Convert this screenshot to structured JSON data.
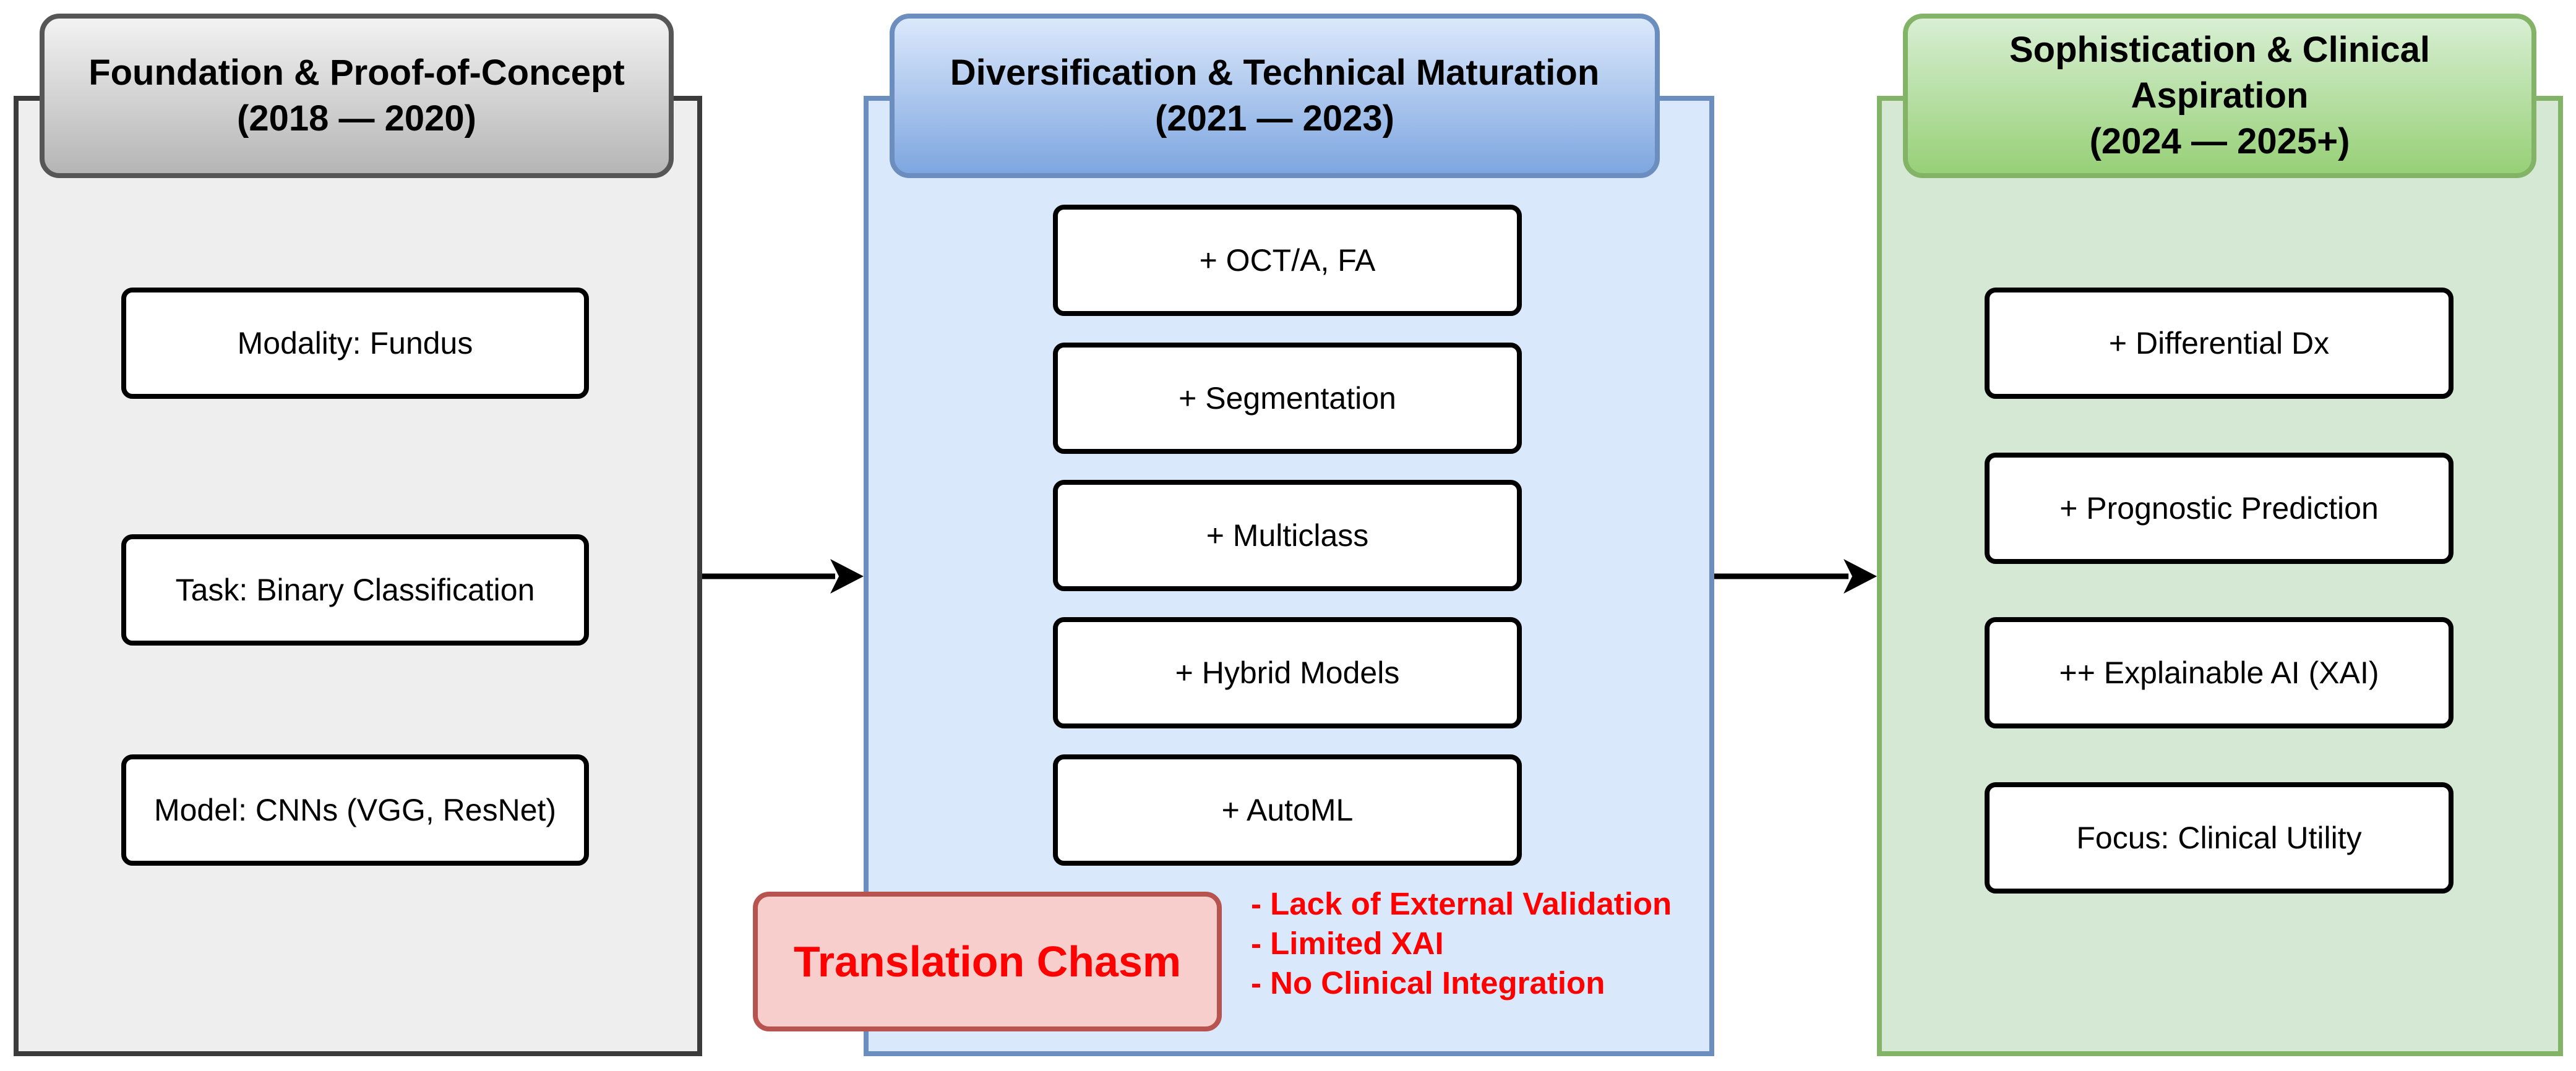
{
  "stages": [
    {
      "title": "Foundation & Proof-of-Concept",
      "period": "(2018 — 2020)",
      "items": [
        "Modality: Fundus",
        "Task: Binary Classification",
        "Model: CNNs (VGG, ResNet)"
      ]
    },
    {
      "title": "Diversification & Technical Maturation",
      "period": "(2021 — 2023)",
      "items": [
        "+ OCT/A, FA",
        "+ Segmentation",
        "+ Multiclass",
        "+ Hybrid Models",
        "+ AutoML"
      ]
    },
    {
      "title_line1": "Sophistication & Clinical",
      "title_line2": "Aspiration",
      "period": "(2024 — 2025+)",
      "items": [
        "+ Differential Dx",
        "+ Prognostic Prediction",
        "++ Explainable AI (XAI)",
        "Focus: Clinical Utility"
      ]
    }
  ],
  "chasm": {
    "label": "Translation Chasm",
    "notes": [
      "- Lack of External Validation",
      "- Limited XAI",
      "- No Clinical Integration"
    ]
  },
  "colors": {
    "stage1_fill": "#eeeeee",
    "stage1_border": "#3b3b3b",
    "stage2_fill": "#dae8fc",
    "stage2_border": "#6c8ebf",
    "stage3_fill": "#d5e8d4",
    "stage3_border": "#82b366",
    "chasm_fill": "#f8cecc",
    "chasm_border": "#b85450",
    "chasm_text": "#ff0000"
  }
}
